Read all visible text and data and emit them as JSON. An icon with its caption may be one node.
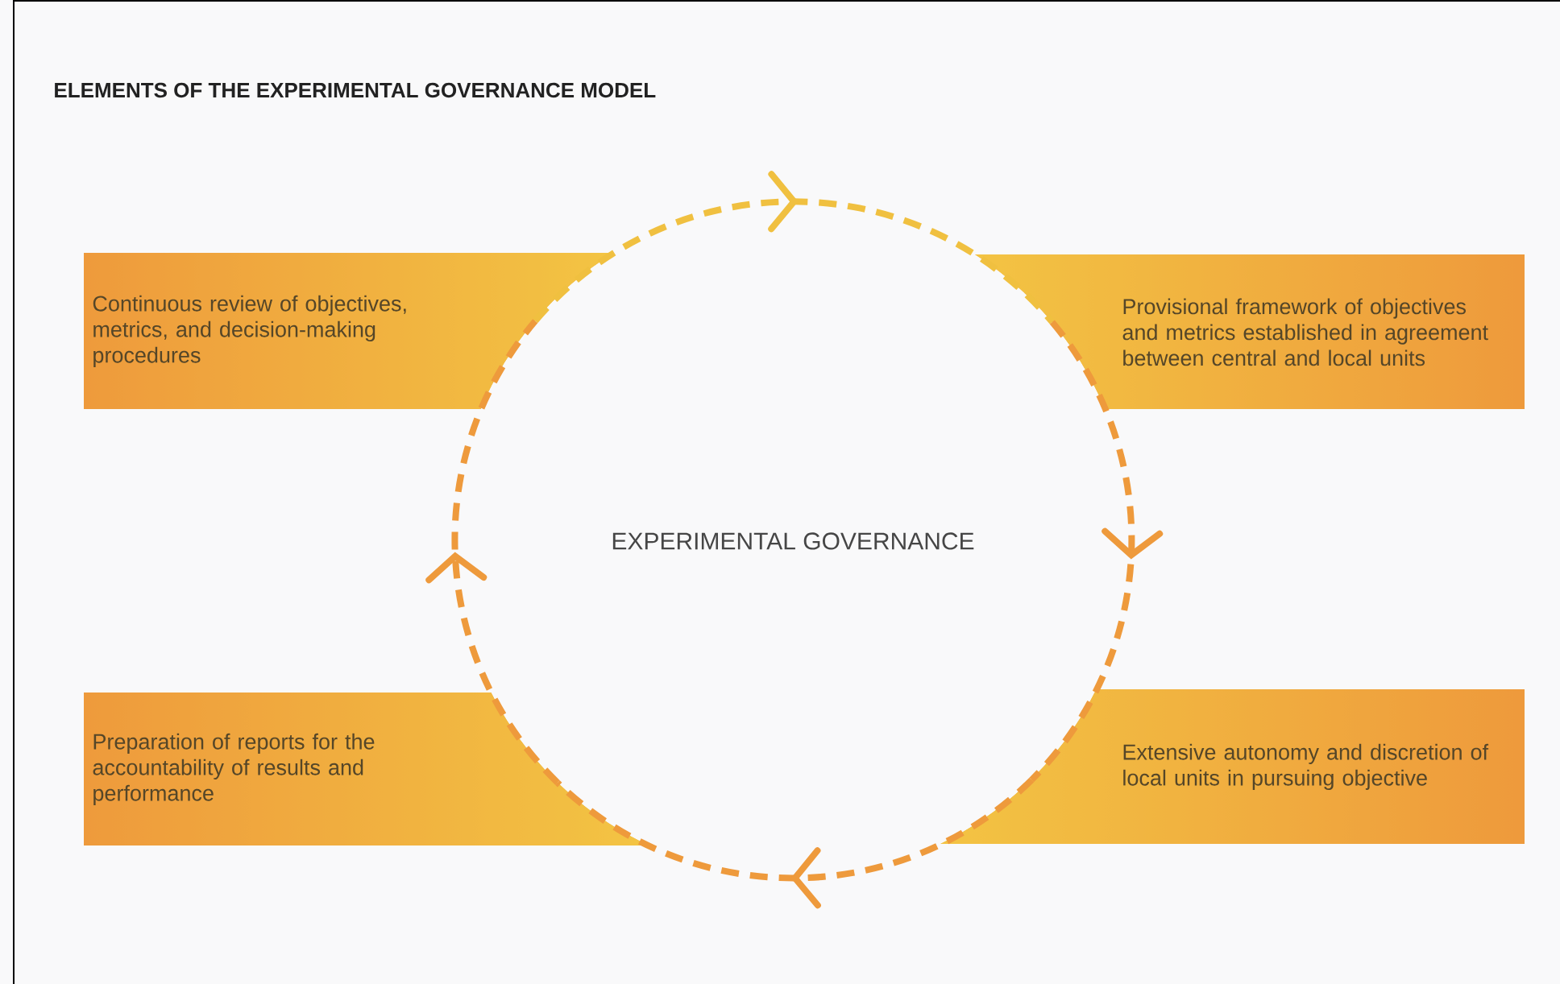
{
  "diagram": {
    "title": "ELEMENTS OF THE EXPERIMENTAL GOVERNANCE MODEL",
    "nodes": [
      {
        "text": [
          "Continuous review of objectives, metrics, and decision-making procedures"
        ]
      },
      {
        "text": [
          "Provisional framework of objectives and metrics established in agreement between central and local units"
        ]
      },
      {
        "text": [
          "Extensive autonomy and discretion of local units in pursuing objective"
        ]
      },
      {
        "text": [
          "Preparation of reports for the accountability of results and performance"
        ]
      }
    ],
    "edges": [
      {
        "from": 0,
        "to": 1,
        "arrow": "to",
        "style": "dashed",
        "color": "#f0c040"
      },
      {
        "from": 1,
        "to": 2,
        "arrow": "to",
        "style": "dashed"
      },
      {
        "from": 2,
        "to": 3,
        "arrow": "to",
        "style": "dashed"
      },
      {
        "from": 3,
        "to": 0,
        "arrow": "to",
        "style": "dashed"
      }
    ],
    "labels": [
      "EXPERIMENTAL GOVERNANCE"
    ]
  }
}
